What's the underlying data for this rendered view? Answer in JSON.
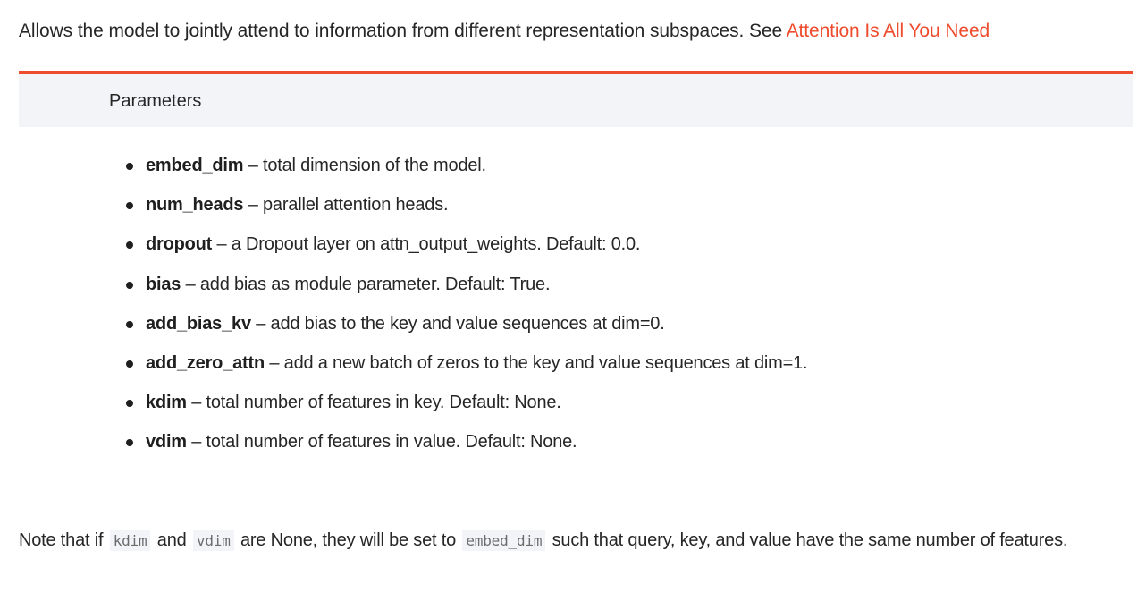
{
  "intro": {
    "text": "Allows the model to jointly attend to information from different representation subspaces. See ",
    "link_label": "Attention Is All You Need"
  },
  "parameters": {
    "header": "Parameters",
    "items": [
      {
        "name": "embed_dim",
        "sep": " – ",
        "desc": "total dimension of the model."
      },
      {
        "name": "num_heads",
        "sep": " – ",
        "desc": "parallel attention heads."
      },
      {
        "name": "dropout",
        "sep": " – ",
        "desc": "a Dropout layer on attn_output_weights. Default: 0.0."
      },
      {
        "name": "bias",
        "sep": " – ",
        "desc": "add bias as module parameter. Default: True."
      },
      {
        "name": "add_bias_kv",
        "sep": " – ",
        "desc": "add bias to the key and value sequences at dim=0."
      },
      {
        "name": "add_zero_attn",
        "sep": " – ",
        "desc": "add a new batch of zeros to the key and value sequences at dim=1."
      },
      {
        "name": "kdim",
        "sep": " – ",
        "desc": "total number of features in key. Default: None."
      },
      {
        "name": "vdim",
        "sep": " – ",
        "desc": "total number of features in value. Default: None."
      }
    ]
  },
  "note": {
    "t1": "Note that if ",
    "code1": "kdim",
    "t2": " and ",
    "code2": "vdim",
    "t3": " are None, they will be set to ",
    "code3": "embed_dim",
    "t4": " such that query, key, and value have the same number of features."
  },
  "colors": {
    "accent": "#ee4c2c",
    "header_bg": "#f3f4f7",
    "text": "#262626",
    "code_text": "#6c6c6d"
  }
}
